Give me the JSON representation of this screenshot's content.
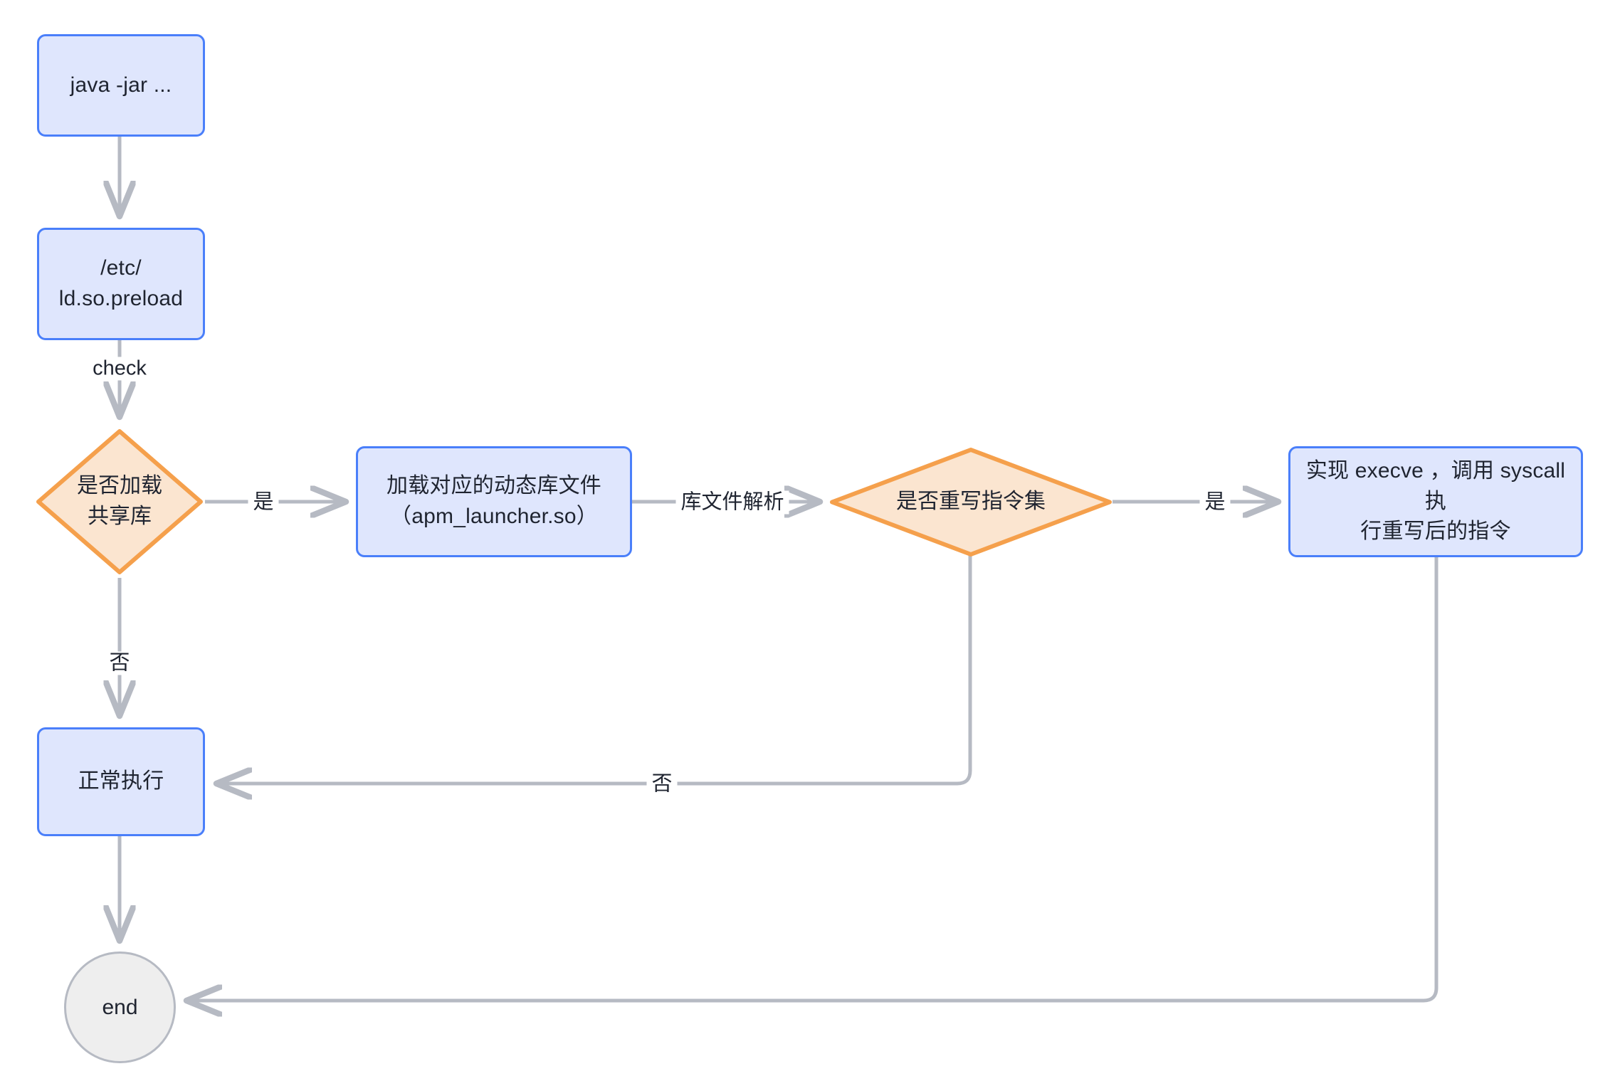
{
  "diagram": {
    "type": "flowchart",
    "title": "",
    "palette": {
      "process_fill": "#dfe6fd",
      "process_stroke": "#4a7ffa",
      "decision_fill": "#fbe5d0",
      "decision_stroke": "#f5a04c",
      "terminator_fill": "#eeeeee",
      "terminator_stroke": "#b6bac3",
      "edge_stroke": "#b6bac3",
      "text": "#1f2430",
      "background": "#ffffff"
    },
    "nodes": {
      "start_cmd": {
        "label": "java -jar ...",
        "shape": "process"
      },
      "preload_file": {
        "label": "/etc/\nld.so.preload",
        "shape": "process"
      },
      "load_shared_lib_decision": {
        "label": "是否加载\n共享库",
        "shape": "decision"
      },
      "load_dynamic_lib": {
        "label": "加载对应的动态库文件\n（apm_launcher.so）",
        "shape": "process"
      },
      "rewrite_instruction_decision": {
        "label": "是否重写指令集",
        "shape": "decision"
      },
      "execve_impl": {
        "label": "实现 execve ，调用 syscall 执\n行重写后的指令",
        "shape": "process"
      },
      "normal_execution": {
        "label": "正常执行",
        "shape": "process"
      },
      "end_node": {
        "label": "end",
        "shape": "terminator"
      }
    },
    "edges": [
      {
        "from": "start_cmd",
        "to": "preload_file",
        "label": ""
      },
      {
        "from": "preload_file",
        "to": "load_shared_lib_decision",
        "label": "check"
      },
      {
        "from": "load_shared_lib_decision",
        "to": "load_dynamic_lib",
        "label": "是"
      },
      {
        "from": "load_shared_lib_decision",
        "to": "normal_execution",
        "label": "否"
      },
      {
        "from": "load_dynamic_lib",
        "to": "rewrite_instruction_decision",
        "label": "库文件解析"
      },
      {
        "from": "rewrite_instruction_decision",
        "to": "execve_impl",
        "label": "是"
      },
      {
        "from": "rewrite_instruction_decision",
        "to": "normal_execution",
        "label": "否"
      },
      {
        "from": "normal_execution",
        "to": "end_node",
        "label": ""
      },
      {
        "from": "execve_impl",
        "to": "end_node",
        "label": ""
      }
    ],
    "edge_labels": {
      "check": "check",
      "yes_load": "是",
      "no_load": "否",
      "lib_parse": "库文件解析",
      "yes_rewrite": "是",
      "no_rewrite": "否"
    }
  }
}
